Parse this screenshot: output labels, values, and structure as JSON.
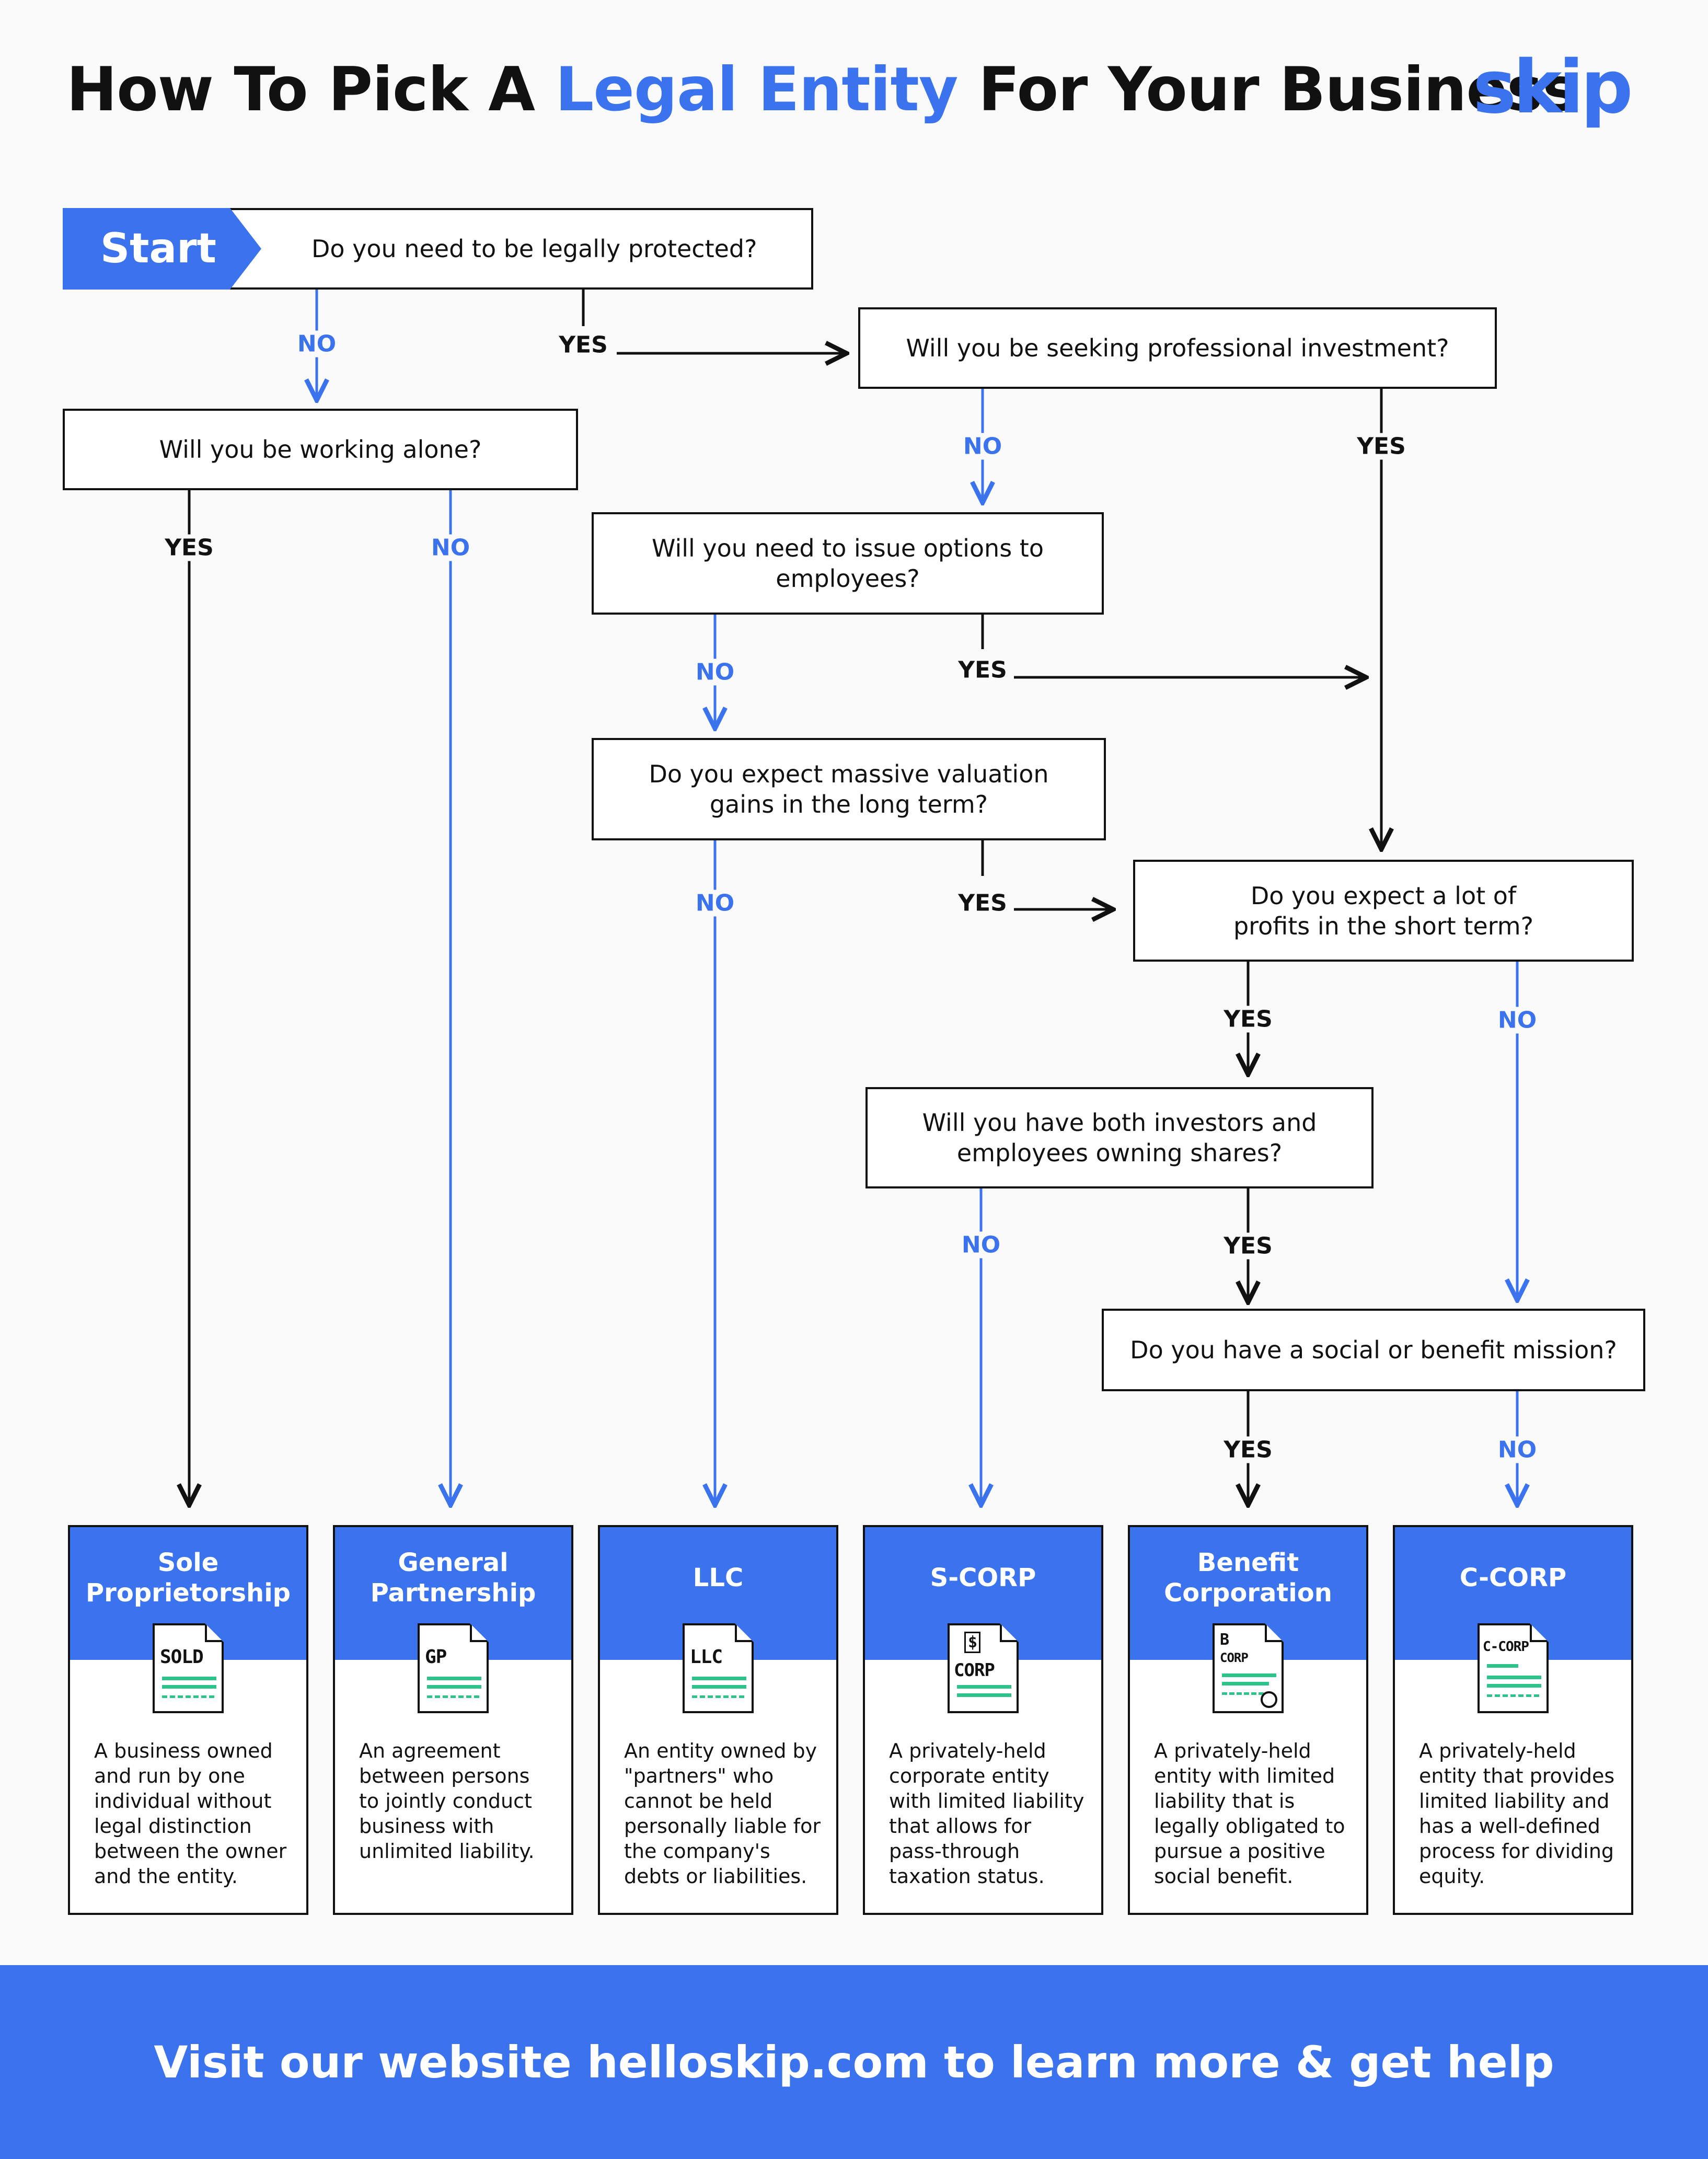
{
  "header": {
    "title_pre": "How To Pick A ",
    "title_highlight": "Legal Entity",
    "title_post": " For Your Business",
    "logo": "skip"
  },
  "flow": {
    "start_label": "Start",
    "q1": "Do you need to be legally protected?",
    "q2": "Will you be working alone?",
    "q3": "Will you be seeking professional investment?",
    "q4": "Will you need to issue options to employees?",
    "q5": "Do you expect massive valuation gains in the long term?",
    "q6": "Do you expect a lot of profits in the short term?",
    "q7": "Will you have both investors and employees owning shares?",
    "q8": "Do you have a social or benefit mission?",
    "yes": "YES",
    "no": "NO"
  },
  "outcomes": [
    {
      "title": "Sole\nProprietorship",
      "doc": "SOLD",
      "desc": "A business owned and run by one individual without legal distinction between the owner and the entity.",
      "icon": "sold-document-icon"
    },
    {
      "title": "General\nPartnership",
      "doc": "GP",
      "desc": "An agreement between persons to jointly conduct business with unlimited liability.",
      "icon": "gp-document-icon"
    },
    {
      "title": "LLC",
      "doc": "LLC",
      "desc": "An entity owned by \"partners\" who cannot be held personally liable for the company's debts or liabilities.",
      "icon": "llc-document-icon"
    },
    {
      "title": "S-CORP",
      "doc": "CORP",
      "desc": "A privately-held corporate entity with limited liability that allows for pass-through taxation status.",
      "icon": "s-corp-document-icon"
    },
    {
      "title": "Benefit\nCorporation",
      "doc": "B CORP",
      "desc": "A privately-held entity with limited liability that is legally obligated to pursue a positive social benefit.",
      "icon": "b-corp-document-icon"
    },
    {
      "title": "C-CORP",
      "doc": "C-CORP",
      "desc": "A privately-held entity that provides limited liability and has a well-defined process for dividing equity.",
      "icon": "c-corp-document-icon"
    }
  ],
  "footer": {
    "text": "Visit our website helloskip.com to learn more & get help"
  },
  "colors": {
    "accent": "#3b73ef",
    "ink": "#111111",
    "doc_lines": "#2ec38b"
  }
}
